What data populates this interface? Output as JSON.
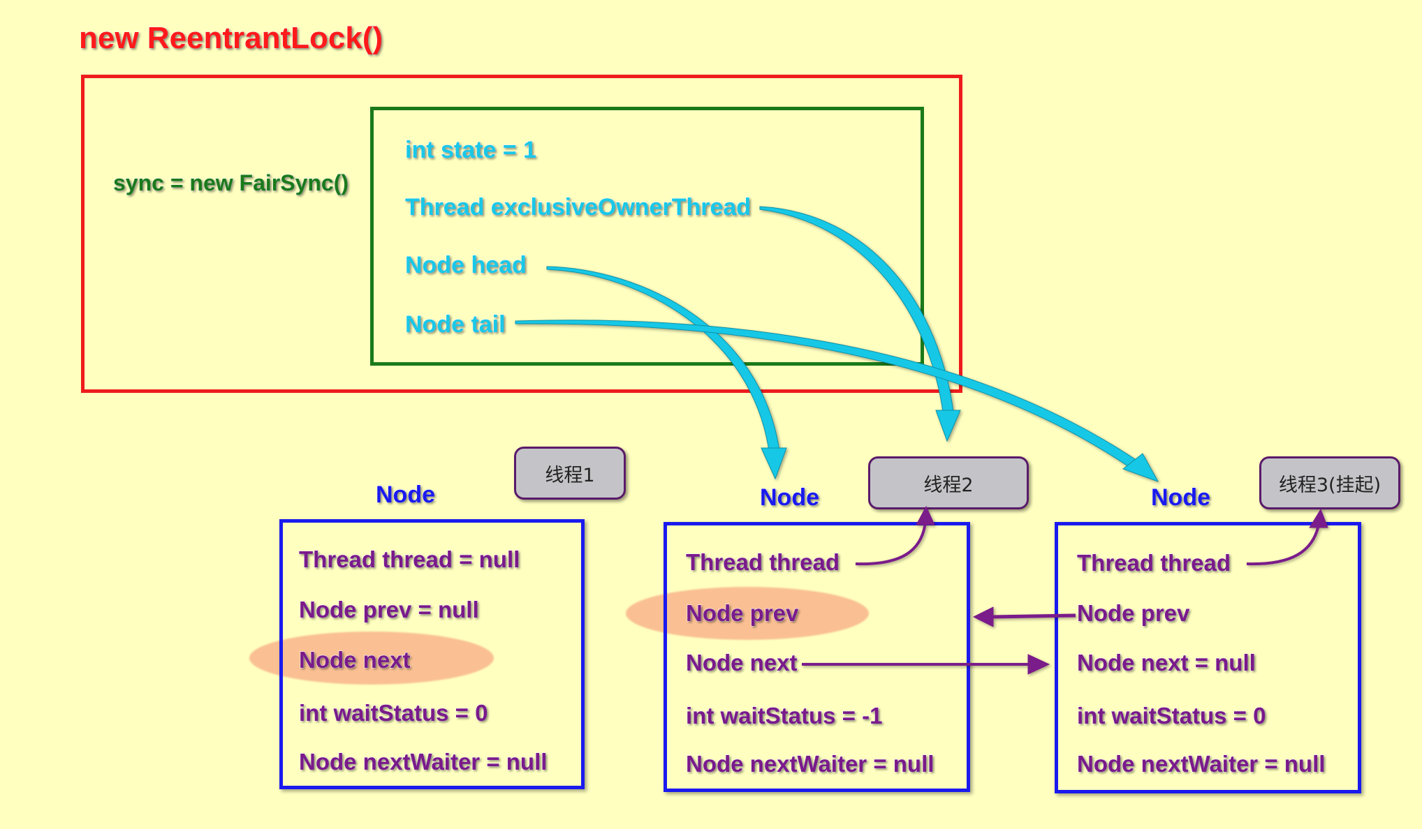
{
  "title": "new ReentrantLock()",
  "sync_label": "sync = new FairSync()",
  "sync_fields": [
    "int state = 1",
    "Thread exclusiveOwnerThread",
    "Node head",
    "Node tail"
  ],
  "nodes": [
    {
      "title": "Node",
      "thread_label": "线程1",
      "fields": [
        "Thread thread = null",
        "Node prev = null",
        "Node next",
        "int waitStatus = 0",
        "Node nextWaiter = null"
      ]
    },
    {
      "title": "Node",
      "thread_label": "线程2",
      "fields": [
        "Thread thread",
        "Node prev",
        "Node next",
        "int waitStatus = -1",
        "Node nextWaiter = null"
      ]
    },
    {
      "title": "Node",
      "thread_label": "线程3(挂起)",
      "fields": [
        "Thread thread",
        "Node prev",
        "Node next = null",
        "int waitStatus = 0",
        "Node nextWaiter = null"
      ]
    }
  ],
  "colors": {
    "background": "#ffffc0",
    "lock_border": "#ee1c1c",
    "sync_border": "#1a7a1a",
    "sync_field_text": "#19c8e6",
    "node_border": "#1a1aee",
    "node_field_text": "#7a1a8a",
    "highlight": "#f58c6e"
  }
}
